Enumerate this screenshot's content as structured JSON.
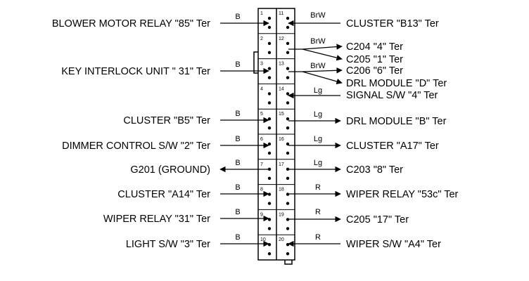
{
  "connector": {
    "pins": [
      "1",
      "2",
      "3",
      "4",
      "5",
      "6",
      "7",
      "8",
      "9",
      "10",
      "11",
      "12",
      "13",
      "14",
      "15",
      "16",
      "17",
      "18",
      "19",
      "20"
    ]
  },
  "left_connections": [
    {
      "label": "BLOWER MOTOR RELAY \"85\" Ter",
      "wire": "B",
      "direction": "in"
    },
    {
      "label": "KEY INTERLOCK UNIT \" 31\" Ter",
      "wire": "B",
      "direction": "in"
    },
    {
      "label": "CLUSTER \"B5\" Ter",
      "wire": "B",
      "direction": "in"
    },
    {
      "label": "DIMMER CONTROL S/W \"2\" Ter",
      "wire": "B",
      "direction": "in"
    },
    {
      "label": "G201 (GROUND)",
      "wire": "B",
      "direction": "out"
    },
    {
      "label": "CLUSTER \"A14\" Ter",
      "wire": "B",
      "direction": "in"
    },
    {
      "label": "WIPER RELAY \"31\" Ter",
      "wire": "B",
      "direction": "in"
    },
    {
      "label": "LIGHT S/W \"3\" Ter",
      "wire": "B",
      "direction": "in"
    }
  ],
  "right_connections": [
    {
      "label": "CLUSTER \"B13\" Ter",
      "wire": "BrW",
      "direction": "in"
    },
    {
      "label": "C204 \"4\" Ter",
      "wire": "BrW",
      "direction": "out"
    },
    {
      "label": "C205 \"1\" Ter",
      "wire": "",
      "direction": "out"
    },
    {
      "label": "C206 \"6\" Ter",
      "wire": "BrW",
      "direction": "out"
    },
    {
      "label": "DRL MODULE \"D\" Ter",
      "wire": "",
      "direction": "out"
    },
    {
      "label": "SIGNAL S/W \"4\" Ter",
      "wire": "Lg",
      "direction": "in"
    },
    {
      "label": "DRL MODULE \"B\" Ter",
      "wire": "Lg",
      "direction": "out"
    },
    {
      "label": "CLUSTER \"A17\" Ter",
      "wire": "Lg",
      "direction": "out"
    },
    {
      "label": "C203 \"8\" Ter",
      "wire": "Lg",
      "direction": "out"
    },
    {
      "label": "WIPER RELAY \"53c\" Ter",
      "wire": "R",
      "direction": "out"
    },
    {
      "label": "C205 \"17\" Ter",
      "wire": "R",
      "direction": "out"
    },
    {
      "label": "WIPER S/W \"A4\" Ter",
      "wire": "R",
      "direction": "in"
    }
  ]
}
